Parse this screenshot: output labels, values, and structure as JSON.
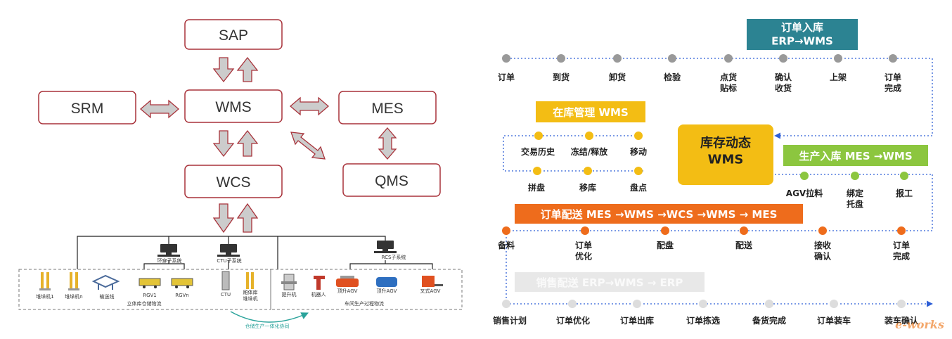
{
  "left": {
    "boxes": {
      "sap": "SAP",
      "srm": "SRM",
      "wms": "WMS",
      "mes": "MES",
      "wcs": "WCS",
      "qms": "QMS"
    },
    "subsystems": {
      "shuttle": "环穿子系统",
      "ctu": "CTU子系统",
      "rcs": "RCS子系统"
    },
    "devices": [
      "堆垛机1",
      "堆垛机n",
      "输送线",
      "RGV1",
      "RGVn",
      "CTU",
      "厢体库\n堆垛机",
      "提升机",
      "机器人",
      "顶升AGV",
      "顶升AGV",
      "叉式AGV"
    ],
    "group_labels": {
      "warehouse": "立体库仓储物流",
      "workshop": "车间生产过程物流",
      "collab": "仓储生产一体化协同"
    }
  },
  "right": {
    "banners": {
      "order_in": "订单入库\nERP→WMS",
      "stock_mgmt": "在库管理 WMS",
      "center": "库存动态\nWMS",
      "prod_in": "生产入库 MES →WMS",
      "order_dist": "订单配送 MES →WMS →WCS →WMS → MES",
      "sales_dist": "销售配送 ERP→WMS → ERP"
    },
    "row1": [
      "订单",
      "到货",
      "卸货",
      "检验",
      "点货\n贴标",
      "确认\n收货",
      "上架",
      "订单\n完成"
    ],
    "stock_row1": [
      "交易历史",
      "冻结/释放",
      "移动"
    ],
    "stock_row2": [
      "拼盘",
      "移库",
      "盘点"
    ],
    "prod_row": [
      "AGV拉料",
      "绑定\n托盘",
      "报工"
    ],
    "dist_row": [
      "备料",
      "订单\n优化",
      "配盘",
      "配送",
      "接收\n确认",
      "订单\n完成"
    ],
    "sales_row": [
      "销售计划",
      "订单优化",
      "订单出库",
      "订单拣选",
      "备货完成",
      "订单装车",
      "装车确认"
    ],
    "watermark": "e-works"
  },
  "colors": {
    "box_border": "#a8323a",
    "arrow_fill": "#cccccc",
    "arrow_stroke": "#a8323a",
    "teal": "#2c8392",
    "gray_dot": "#999999",
    "amber": "#f3bd14",
    "green": "#8cc63f",
    "orange": "#ee6c1c",
    "light_gray": "#dddddd",
    "blue_dots": "#2e5fd6"
  }
}
